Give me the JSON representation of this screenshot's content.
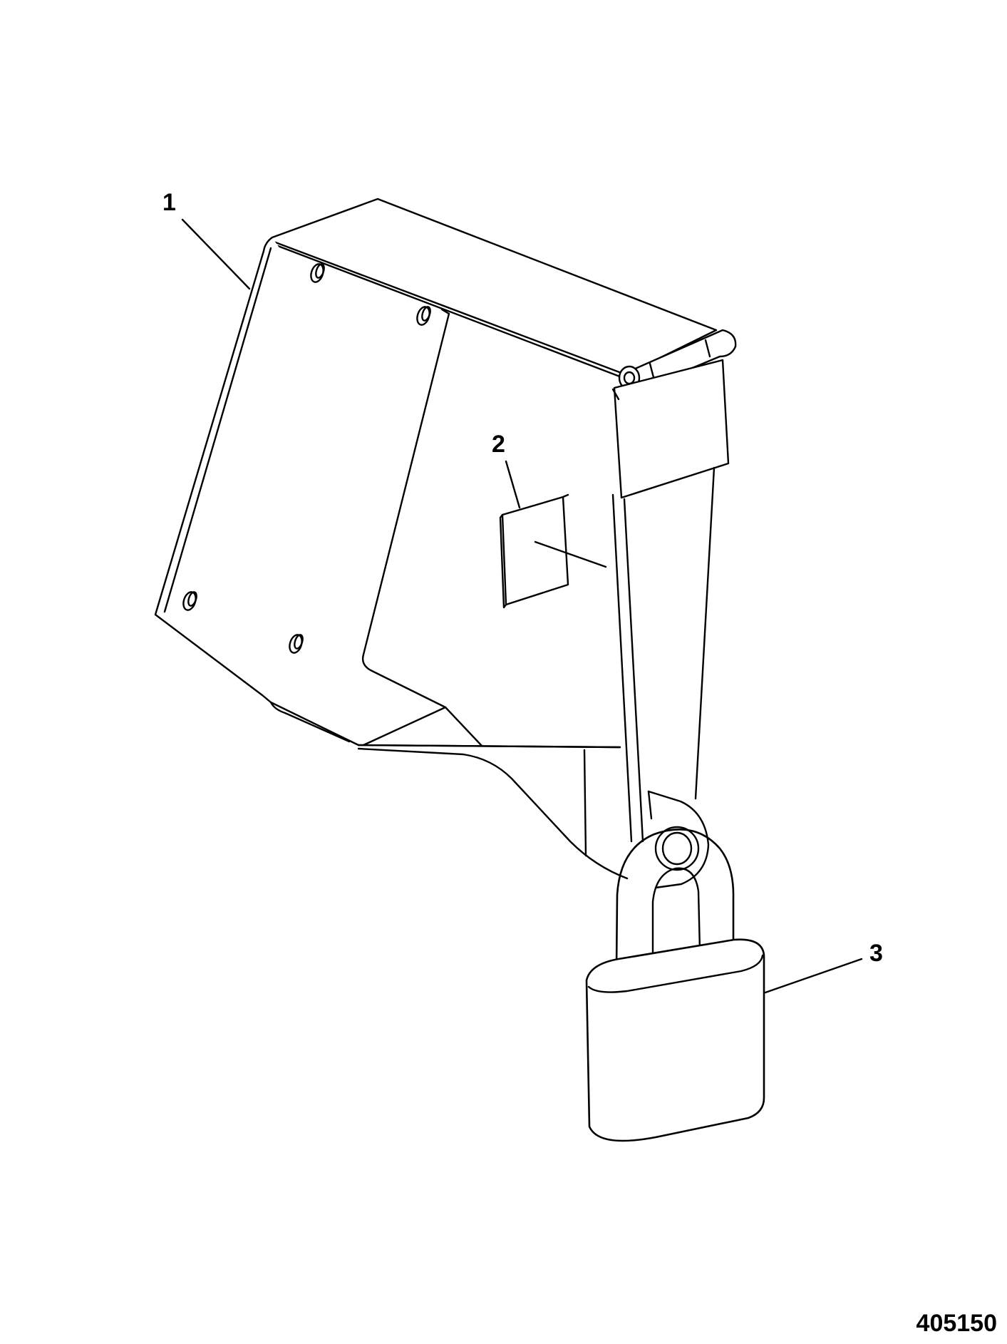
{
  "callouts": {
    "item_1": "1",
    "item_2": "2",
    "item_3": "3"
  },
  "figure_number": "405150",
  "colors": {
    "line": "#000000",
    "background": "#ffffff"
  }
}
